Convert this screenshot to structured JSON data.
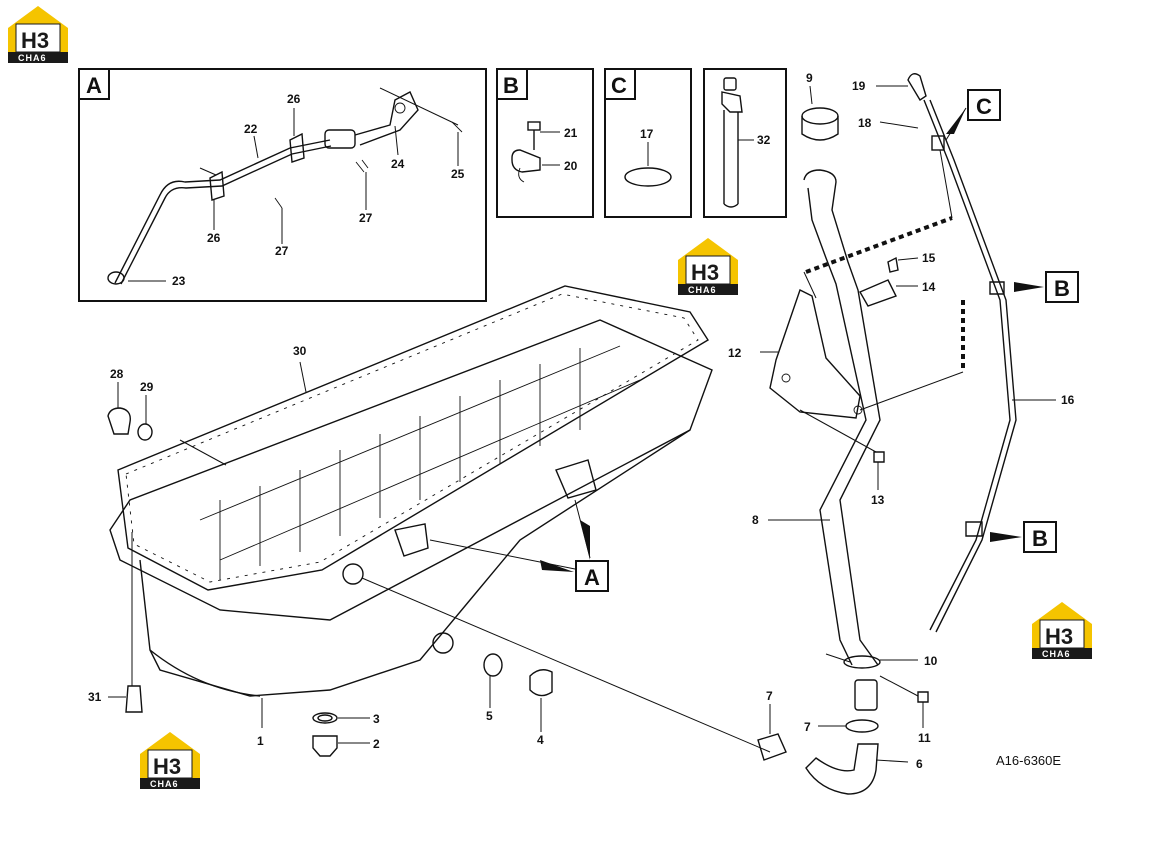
{
  "drawing": {
    "reference_code": "A16-6360E"
  },
  "logos": [
    {
      "big": "H3",
      "small": "CHA6"
    },
    {
      "big": "H3",
      "small": "CHA6"
    },
    {
      "big": "H3",
      "small": "CHA6"
    },
    {
      "big": "H3",
      "small": "CHA6"
    }
  ],
  "brand_colors": {
    "logo_yellow": "#f5c400",
    "logo_dark": "#1a1a1a"
  },
  "detail_panels": [
    {
      "letter": "A"
    },
    {
      "letter": "B"
    },
    {
      "letter": "C"
    },
    {
      "letter": ""
    }
  ],
  "callout_letters": {
    "c_top": "C",
    "b_upper": "B",
    "b_lower": "B",
    "a_main": "A"
  },
  "part_numbers": {
    "p1": "1",
    "p2": "2",
    "p3": "3",
    "p4": "4",
    "p5": "5",
    "p6": "6",
    "p7a": "7",
    "p7b": "7",
    "p8": "8",
    "p9": "9",
    "p10": "10",
    "p11": "11",
    "p12": "12",
    "p13": "13",
    "p14": "14",
    "p15": "15",
    "p16": "16",
    "p17": "17",
    "p18": "18",
    "p19": "19",
    "p20": "20",
    "p21": "21",
    "p22": "22",
    "p23": "23",
    "p24": "24",
    "p25": "25",
    "p26a": "26",
    "p26b": "26",
    "p27a": "27",
    "p27b": "27",
    "p28": "28",
    "p29": "29",
    "p30": "30",
    "p31": "31",
    "p32": "32"
  }
}
